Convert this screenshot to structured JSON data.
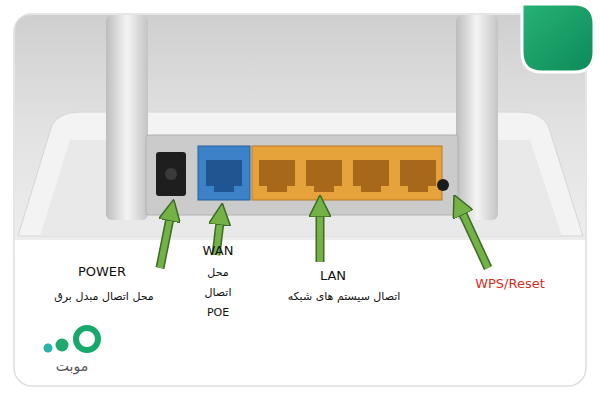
{
  "diagram": {
    "labels": [
      "POWER",
      "محل اتصال مبدل برق",
      "WAN",
      "محل اتصال POE",
      "LAN",
      "اتصال سیستم های شبکه",
      "WPS/Reset",
      "موبت"
    ]
  }
}
